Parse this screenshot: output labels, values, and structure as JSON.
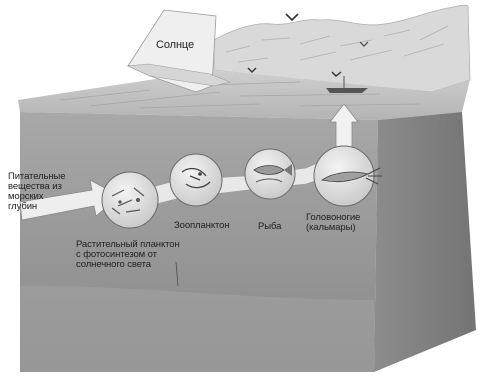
{
  "labels": {
    "sun": "Солнце",
    "nutrients": [
      "Питательные",
      "вещества из",
      "морских",
      "глубин"
    ],
    "phytoplankton": [
      "Растительный планктон",
      "с фотосинтезом от",
      "солнечного света"
    ],
    "zooplankton": "Зоопланктон",
    "fish": "Рыба",
    "cephalopods": [
      "Головоногие",
      "(кальмары)"
    ]
  },
  "colors": {
    "ink": "#222222",
    "water_face": "#9a9a9a",
    "water_side": "#7e7e7e",
    "water_top": "#bdbdbd",
    "shore": "#cfcfcf",
    "arrow": "#ececec",
    "bubble": "#e0e0e0"
  }
}
